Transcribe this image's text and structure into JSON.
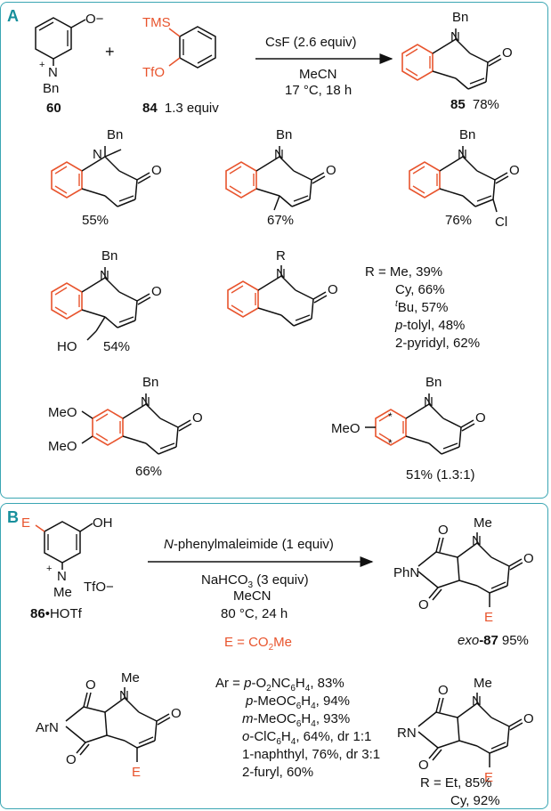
{
  "panels": {
    "a_label": "A",
    "b_label": "B"
  },
  "a": {
    "sm_o_minus": "O−",
    "sm_plus": "+",
    "sm_n": "N",
    "sm_bn": "Bn",
    "sm_id": "60",
    "plus_sign": "+",
    "tms": "TMS",
    "tfo": "TfO",
    "reagent_id": "84",
    "reagent_equiv": "1.3 equiv",
    "cond_top": "CsF (2.6 equiv)",
    "cond_solvent": "MeCN",
    "cond_time": "17 °C, 18 h",
    "prod_bn": "Bn",
    "prod_n": "N",
    "prod_o": "O",
    "prod_id": "85",
    "prod_yield": "78%",
    "ex1_yield": "55%",
    "ex2_yield": "67%",
    "ex3_yield": "76%",
    "ex3_cl": "Cl",
    "ex4_ho": "HO",
    "ex4_yield": "54%",
    "ex5_r": "R",
    "r_list": {
      "l1": "R = Me, 39%",
      "l2": "Cy, 66%",
      "l3_sup": "t",
      "l3": "Bu, 57%",
      "l4_it": "p",
      "l4": "-tolyl, 48%",
      "l5": "2-pyridyl, 62%"
    },
    "meo": "MeO",
    "ex6_yield": "66%",
    "ex7_yield": "51% (1.3:1)",
    "star": "*"
  },
  "b": {
    "e": "E",
    "oh": "OH",
    "n": "N",
    "plus": "+",
    "me": "Me",
    "tfo_minus": "TfO−",
    "sm_id": "86",
    "sm_salt": "•HOTf",
    "cond_top_it": "N",
    "cond_top": "-phenylmaleimide (1 equiv)",
    "cond_base": "NaHCO",
    "cond_base_sub": "3",
    "cond_base_tail": " (3 equiv)",
    "cond_solvent": "MeCN",
    "cond_time": "80 °C, 24 h",
    "e_def": "E = CO",
    "e_def_sub": "2",
    "e_def_tail": "Me",
    "phn": "PhN",
    "o": "O",
    "prod_exo": "exo",
    "prod_id": "-87",
    "prod_yield": "95%",
    "arn": "ArN",
    "rn": "RN",
    "ar_list": {
      "l1_pre": "Ar = ",
      "l1_it": "p",
      "l1_a": "-O",
      "l1_sub1": "2",
      "l1_b": "NC",
      "l1_sub2": "6",
      "l1_c": "H",
      "l1_sub3": "4",
      "l1_d": ", 83%",
      "l2_it": "p",
      "l2_a": "-MeOC",
      "l2_sub1": "6",
      "l2_b": "H",
      "l2_sub2": "4",
      "l2_c": ", 94%",
      "l3_it": "m",
      "l3_a": "-MeOC",
      "l3_sub1": "6",
      "l3_b": "H",
      "l3_sub2": "4",
      "l3_c": ", 93%",
      "l4_it": "o",
      "l4_a": "-ClC",
      "l4_sub1": "6",
      "l4_b": "H",
      "l4_sub2": "4",
      "l4_c": ", 64%, dr 1:1",
      "l5": "1-naphthyl, 76%, dr 3:1",
      "l6": "2-furyl, 60%"
    },
    "r_list": {
      "l1": "R = Et, 85%",
      "l2": "Cy, 92%"
    }
  }
}
